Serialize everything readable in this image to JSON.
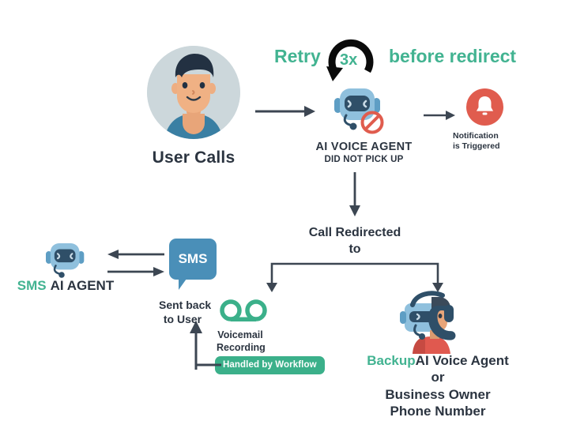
{
  "diagram": {
    "title": "AI Voice Agent call redirect workflow",
    "colors": {
      "teal": "#42b391",
      "teal_pill": "#3bb08a",
      "dark_text": "#2b3440",
      "arrow": "#3c4652",
      "red": "#e05c4e",
      "robot_body": "#8fc0dd",
      "robot_face": "#2f4f68",
      "sms_blue": "#4a8fb8",
      "avatar_bg": "#ccd7db"
    },
    "nodes": {
      "user": {
        "label": "User Calls",
        "icon": "user-avatar-icon"
      },
      "retry": {
        "prefix": "Retry",
        "count": "3x",
        "suffix": "before redirect",
        "icon": "loop-arrow-icon"
      },
      "voice_agent": {
        "label": "AI VOICE AGENT",
        "sublabel": "DID NOT PICK UP",
        "icon": "robot-head-icon",
        "badge_icon": "no-entry-icon"
      },
      "notification": {
        "line1": "Notification",
        "line2": "is Triggered",
        "icon": "bell-icon"
      },
      "redirect": {
        "line1": "Call Redirected",
        "line2": "to"
      },
      "voicemail": {
        "line1": "Voicemail",
        "line2": "Recording",
        "icon": "voicemail-icon",
        "pill": "Handled by Workflow"
      },
      "backup": {
        "highlight": "Backup",
        "line1": "AI Voice Agent",
        "line2": "or",
        "line3": "Business Owner",
        "line4": "Phone Number",
        "icon": "headset-agent-icon"
      },
      "sms_bubble": {
        "label": "SMS",
        "caption1": "Sent back",
        "caption2": "to User",
        "icon": "sms-bubble-icon"
      },
      "sms_agent": {
        "highlight": "SMS",
        "label": "AI AGENT",
        "icon": "robot-head-icon"
      }
    },
    "arrows": {
      "user_to_agent": "arrow-right-icon",
      "agent_to_notification": "arrow-right-icon",
      "agent_to_redirect": "arrow-down-icon",
      "redirect_fork": "fork-down-arrows-icon",
      "workflow_to_sms": "arrow-elbow-up-icon",
      "sms_to_agent": "arrow-left-icon",
      "agent_to_sms": "arrow-right-icon"
    }
  }
}
